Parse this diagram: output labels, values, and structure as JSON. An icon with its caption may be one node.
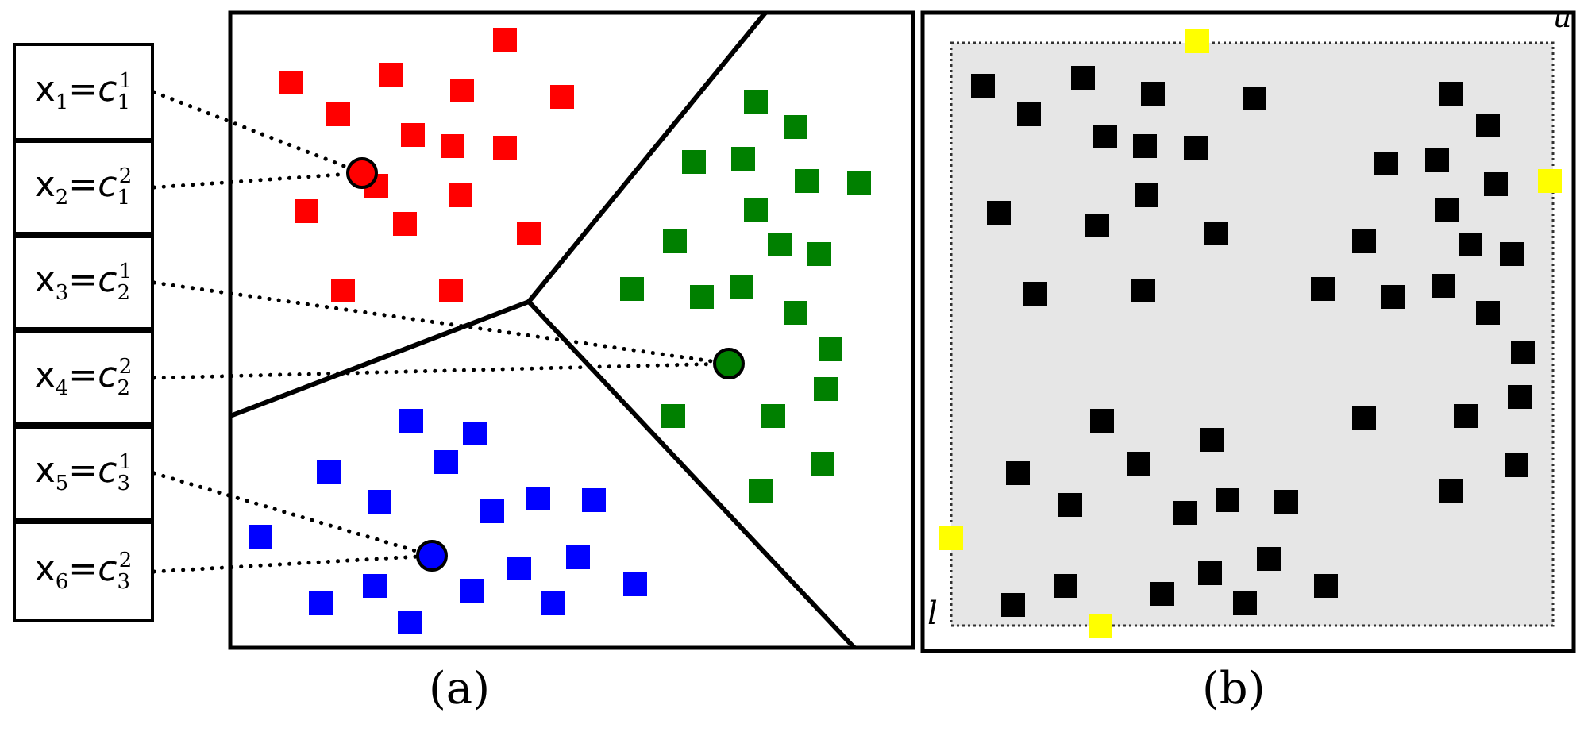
{
  "diagram": {
    "nodes": [
      {
        "text": [
          "x$_{1}$=*c*$_{1}$$^{1}$"
        ]
      },
      {
        "text": [
          "x$_{2}$=*c*$_{1}$$^{2}$"
        ]
      },
      {
        "text": [
          "x$_{3}$=*c*$_{2}$$^{1}$"
        ]
      },
      {
        "text": [
          "x$_{4}$=*c*$_{2}$$^{2}$"
        ]
      },
      {
        "text": [
          "x$_{5}$=*c*$_{3}$$^{1}$"
        ]
      },
      {
        "text": [
          "x$_{6}$=*c*$_{3}$$^{2}$"
        ]
      },
      {
        "text": [],
        "shape": "circle"
      },
      {
        "text": [],
        "shape": "circle"
      },
      {
        "text": [],
        "shape": "circle"
      }
    ],
    "edges": [
      {
        "from": 0,
        "to": 6,
        "arrow": "none",
        "style": "dashed"
      },
      {
        "from": 1,
        "to": 6,
        "arrow": "none",
        "style": "dashed"
      },
      {
        "from": 2,
        "to": 7,
        "arrow": "none",
        "style": "dashed"
      },
      {
        "from": 3,
        "to": 7,
        "arrow": "none",
        "style": "dashed"
      },
      {
        "from": 4,
        "to": 8,
        "arrow": "none",
        "style": "dashed"
      },
      {
        "from": 5,
        "to": 8,
        "arrow": "none",
        "style": "dashed"
      }
    ],
    "labels": [
      "u",
      "l",
      "(a)",
      "(b)"
    ]
  }
}
